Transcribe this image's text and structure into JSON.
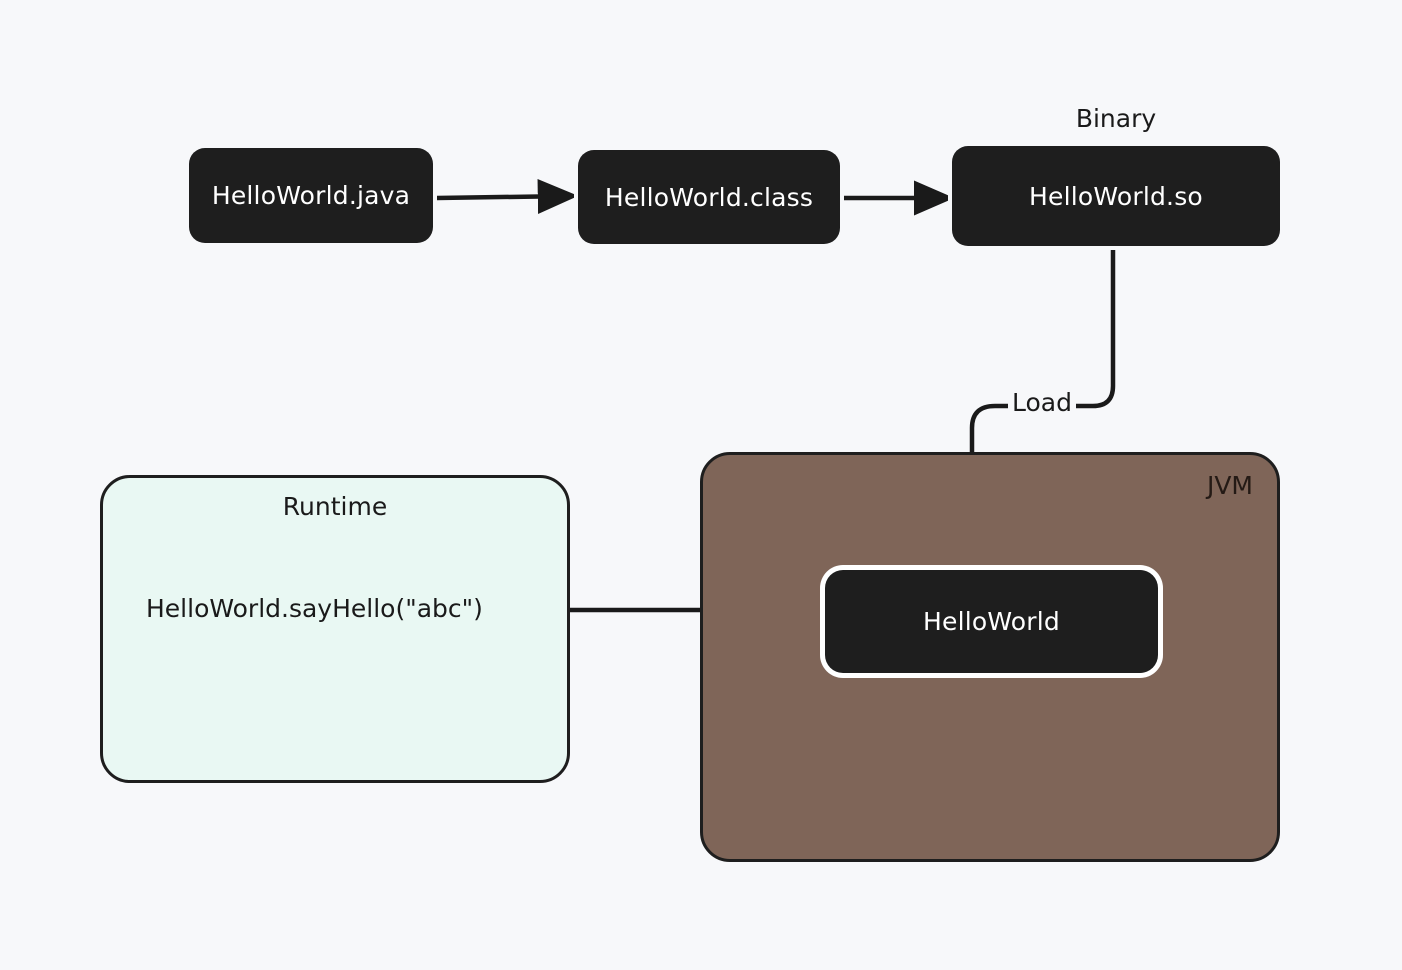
{
  "diagram": {
    "title_hidden": "",
    "background_color": "#f7f8fa",
    "nodes": {
      "source_file": {
        "label": "HelloWorld.java"
      },
      "class_file": {
        "label": "HelloWorld.class"
      },
      "shared_object": {
        "label": "HelloWorld.so",
        "caption": "Binary"
      },
      "loaded_class": {
        "label": "HelloWorld"
      }
    },
    "containers": {
      "runtime": {
        "title": "Runtime",
        "code_call": "HelloWorld.sayHello(\"abc\")",
        "fill_color": "#e9f8f3"
      },
      "jvm": {
        "title": "JVM",
        "fill_color": "#7f6558"
      }
    },
    "edges": {
      "compile": {
        "label": ""
      },
      "native_compile": {
        "label": ""
      },
      "load": {
        "label": "Load"
      },
      "invoke": {
        "label": ""
      }
    },
    "colors": {
      "node_fill": "#1e1e1e",
      "node_text": "#ffffff",
      "stroke": "#1a1a1a",
      "runtime_fill": "#e9f8f3",
      "jvm_fill": "#7f6558",
      "ring": "#ffffff"
    }
  }
}
